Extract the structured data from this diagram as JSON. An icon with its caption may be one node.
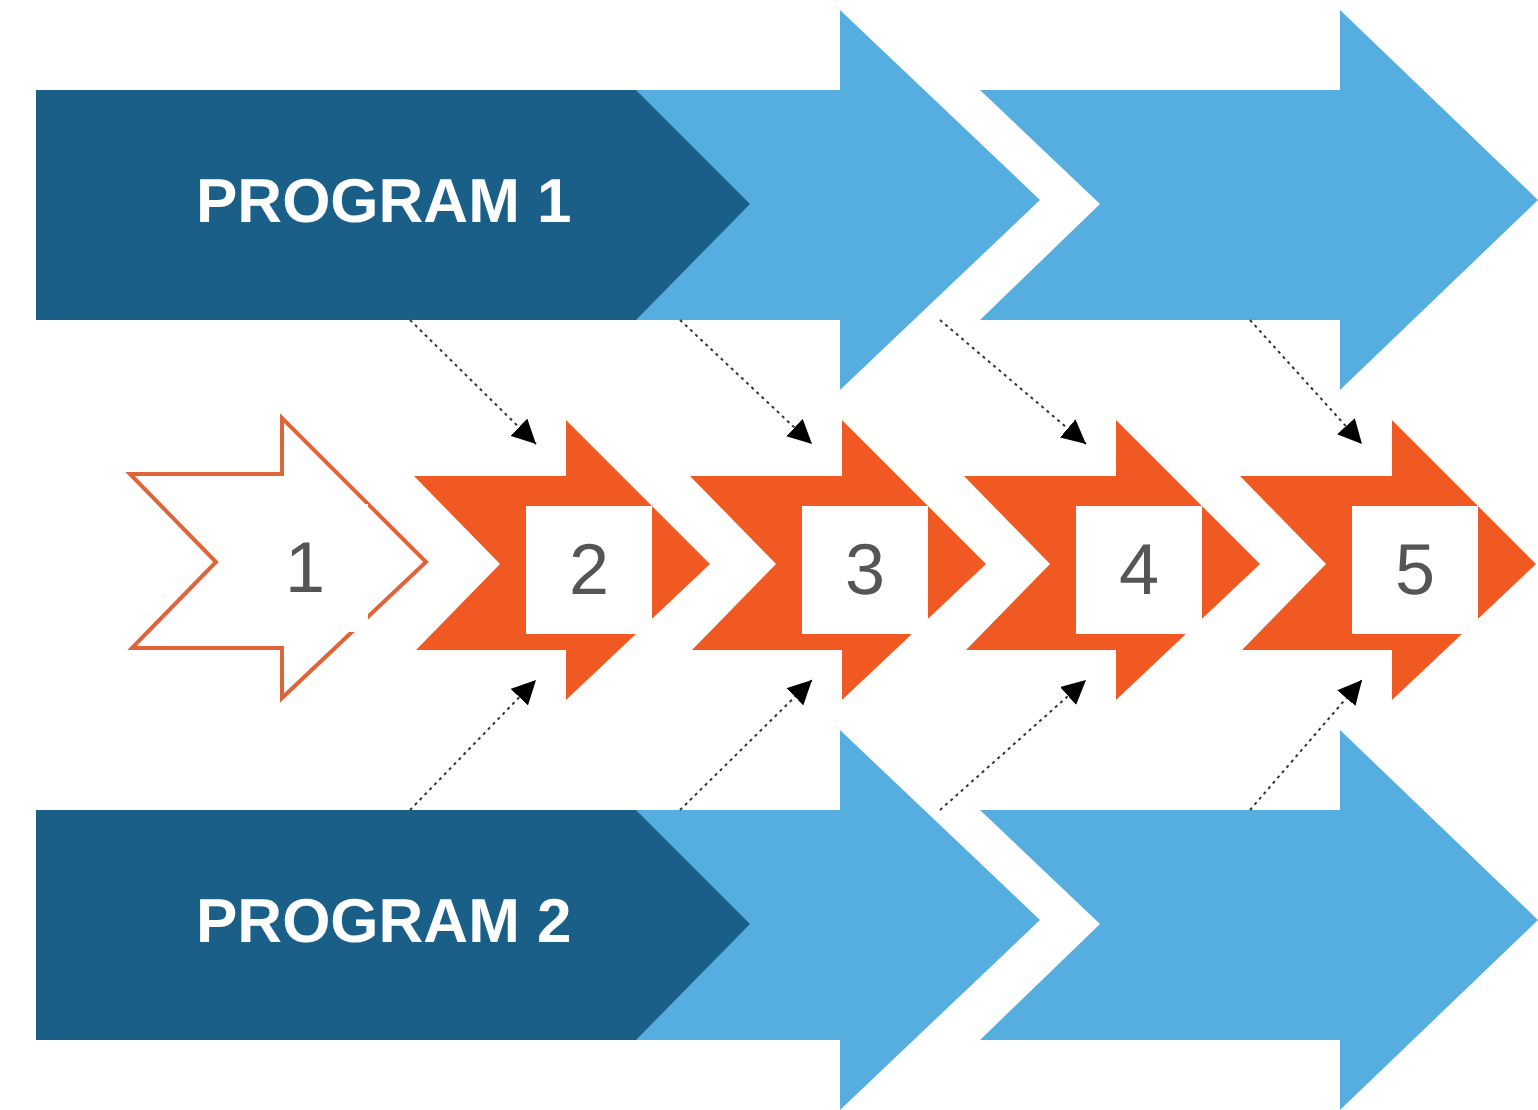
{
  "diagram": {
    "nodes": [
      {
        "text": [
          "PROGRAM 1"
        ]
      },
      {
        "text": [],
        "shape": "arrow"
      },
      {
        "text": [],
        "shape": "arrow"
      },
      {
        "text": [
          "1"
        ]
      },
      {
        "text": [
          "2"
        ]
      },
      {
        "text": [
          "3"
        ]
      },
      {
        "text": [
          "4"
        ]
      },
      {
        "text": [
          "5"
        ]
      },
      {
        "text": [
          "PROGRAM 2"
        ]
      },
      {
        "text": [],
        "shape": "arrow"
      },
      {
        "text": [],
        "shape": "arrow"
      }
    ],
    "edges": [
      {
        "from": 0,
        "to": 4,
        "arrow": "to",
        "style": "dashed"
      },
      {
        "from": 0,
        "to": 5,
        "arrow": "to",
        "style": "dashed"
      },
      {
        "from": 1,
        "to": 6,
        "arrow": "to",
        "style": "dashed"
      },
      {
        "from": 2,
        "to": 7,
        "arrow": "to",
        "style": "dashed"
      },
      {
        "from": 8,
        "to": 4,
        "arrow": "to",
        "style": "dashed"
      },
      {
        "from": 8,
        "to": 5,
        "arrow": "to",
        "style": "dashed"
      },
      {
        "from": 9,
        "to": 6,
        "arrow": "to",
        "style": "dashed"
      },
      {
        "from": 10,
        "to": 7,
        "arrow": "to",
        "style": "dashed"
      }
    ]
  }
}
